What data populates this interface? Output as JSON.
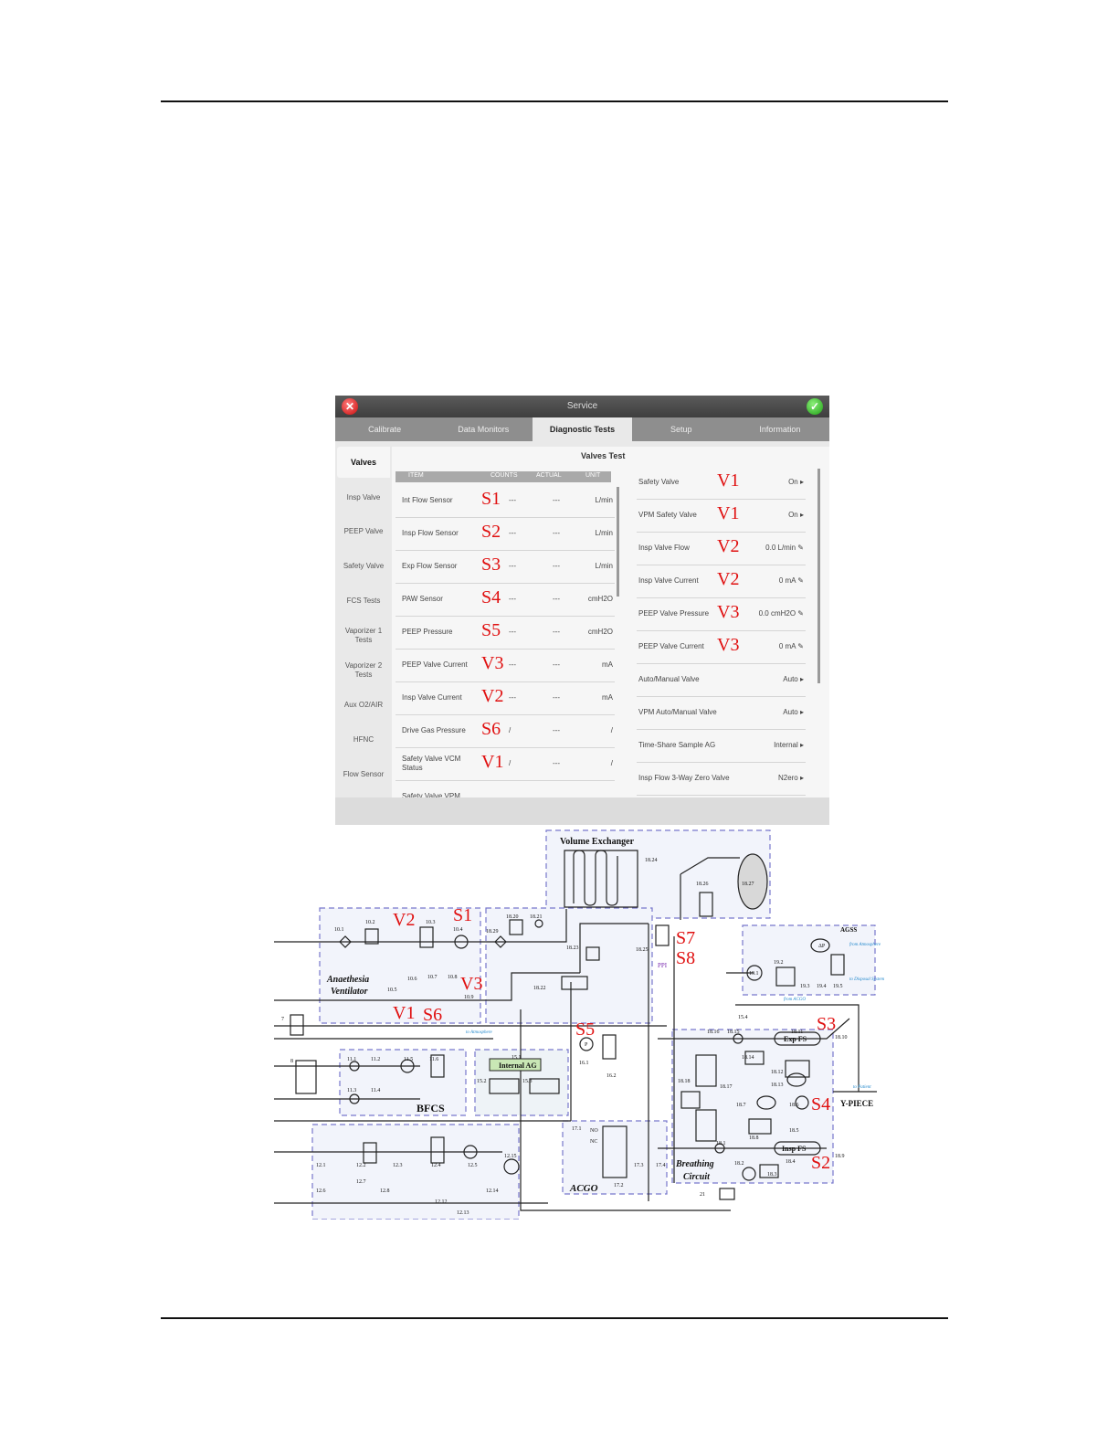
{
  "window": {
    "title": "Service"
  },
  "tabs": [
    "Calibrate",
    "Data Monitors",
    "Diagnostic Tests",
    "Setup",
    "Information"
  ],
  "sidebar": [
    "Valves",
    "Insp Valve",
    "PEEP Valve",
    "Safety Valve",
    "FCS Tests",
    "Vaporizer 1 Tests",
    "Vaporizer 2 Tests",
    "Aux O2/AIR",
    "HFNC",
    "Flow Sensor"
  ],
  "panel_title": "Valves Test",
  "table": {
    "headers": [
      "ITEM",
      "COUNTS",
      "ACTUAL",
      "UNIT"
    ],
    "rows": [
      {
        "item": "Int Flow Sensor",
        "tag": "S1",
        "counts": "---",
        "actual": "---",
        "unit": "L/min"
      },
      {
        "item": "Insp Flow Sensor",
        "tag": "S2",
        "counts": "---",
        "actual": "---",
        "unit": "L/min"
      },
      {
        "item": "Exp Flow Sensor",
        "tag": "S3",
        "counts": "---",
        "actual": "---",
        "unit": "L/min"
      },
      {
        "item": "PAW Sensor",
        "tag": "S4",
        "counts": "---",
        "actual": "---",
        "unit": "cmH2O"
      },
      {
        "item": "PEEP Pressure",
        "tag": "S5",
        "counts": "---",
        "actual": "---",
        "unit": "cmH2O"
      },
      {
        "item": "PEEP Valve Current",
        "tag": "V3",
        "counts": "---",
        "actual": "---",
        "unit": "mA"
      },
      {
        "item": "Insp Valve Current",
        "tag": "V2",
        "counts": "---",
        "actual": "---",
        "unit": "mA"
      },
      {
        "item": "Drive Gas Pressure",
        "tag": "S6",
        "counts": "/",
        "actual": "---",
        "unit": "/"
      },
      {
        "item": "Safety Valve VCM Status",
        "tag": "V1",
        "counts": "/",
        "actual": "---",
        "unit": "/"
      },
      {
        "item": "Safety Valve VPM",
        "tag": "",
        "counts": "",
        "actual": "",
        "unit": ""
      }
    ]
  },
  "controls": [
    {
      "label": "Safety Valve",
      "tag": "V1",
      "value": "On ▸"
    },
    {
      "label": "VPM Safety Valve",
      "tag": "V1",
      "value": "On ▸"
    },
    {
      "label": "Insp Valve Flow",
      "tag": "V2",
      "value": "0.0 L/min ✎"
    },
    {
      "label": "Insp Valve Current",
      "tag": "V2",
      "value": "0 mA ✎"
    },
    {
      "label": "PEEP Valve Pressure",
      "tag": "V3",
      "value": "0.0 cmH2O ✎"
    },
    {
      "label": "PEEP Valve Current",
      "tag": "V3",
      "value": "0 mA ✎"
    },
    {
      "label": "Auto/Manual Valve",
      "tag": "",
      "value": "Auto ▸"
    },
    {
      "label": "VPM Auto/Manual Valve",
      "tag": "",
      "value": "Auto ▸"
    },
    {
      "label": "Time-Share Sample AG",
      "tag": "",
      "value": "Internal ▸"
    },
    {
      "label": "Insp Flow 3-Way Zero Valve",
      "tag": "",
      "value": "N2ero ▸"
    }
  ],
  "diagram": {
    "volume_exchanger": "Volume Exchanger",
    "anaesthesia_ventilator": [
      "Anaethesia",
      "Ventilator"
    ],
    "bfcs": "BFCS",
    "internal_ag": "Internal AG",
    "acgo": "ACGO",
    "breathing_circuit": [
      "Breathing",
      "Circuit"
    ],
    "agss": "AGSS",
    "y_piece": "Y-PIECE",
    "exp_fs": "Exp FS",
    "insp_fs": "Insp FS",
    "to_atmosphere": "to Atmosphere",
    "from_atmosphere": "from Atmosphere",
    "to_disposal": "to Disposal System",
    "from_acgo": "from ACGO",
    "to_patient": "to Patient",
    "ppi": "PPI",
    "dp": "ΔP",
    "p": "P",
    "no": "NO",
    "nc": "NC",
    "red_tags": [
      "S1",
      "V2",
      "V3",
      "V1",
      "S6",
      "S5",
      "S7",
      "S8",
      "S3",
      "S4",
      "S2"
    ],
    "numbers": [
      "10.1",
      "10.2",
      "10.3",
      "10.4",
      "10.5",
      "10.6",
      "10.7",
      "10.8",
      "10.9",
      "18.20",
      "18.21",
      "18.29",
      "18.24",
      "18.26",
      "18.27",
      "18.25",
      "18.23",
      "18.22",
      "15.4",
      "19.1",
      "19.2",
      "19.3",
      "19.4",
      "19.5",
      "18.16",
      "18.15",
      "18.11",
      "18.10",
      "18.14",
      "18.12",
      "18.13",
      "18.17",
      "18.18",
      "18.7",
      "18.8",
      "18.6",
      "18.5",
      "18.1",
      "18.4",
      "18.9",
      "18.2",
      "18.3",
      "21",
      "16.1",
      "16.2",
      "15.1",
      "15.2",
      "15.3",
      "11.1",
      "11.2",
      "11.3",
      "11.4",
      "11.5",
      "11.6",
      "17.1",
      "17.2",
      "17.3",
      "17.4",
      "12.1",
      "12.2",
      "12.3",
      "12.4",
      "12.5",
      "12.15",
      "12.14",
      "12.6",
      "12.7",
      "12.8",
      "12.12",
      "12.13",
      "7",
      "8"
    ]
  }
}
